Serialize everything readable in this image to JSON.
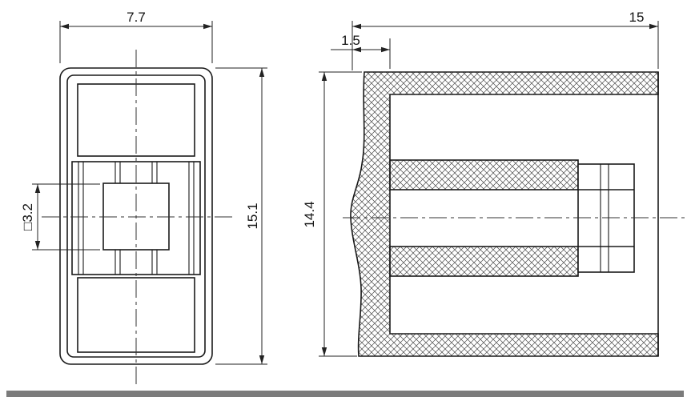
{
  "drawing": {
    "front_view": {
      "width": "7.7",
      "height": "15.1",
      "square": "□3.2"
    },
    "section_view": {
      "length": "15",
      "wall": "1.5",
      "height": "14.4"
    }
  },
  "colors": {
    "line": "#1a1a1a",
    "hatch": "#4a4a4a",
    "ground_bar": "#7b7b7b"
  }
}
